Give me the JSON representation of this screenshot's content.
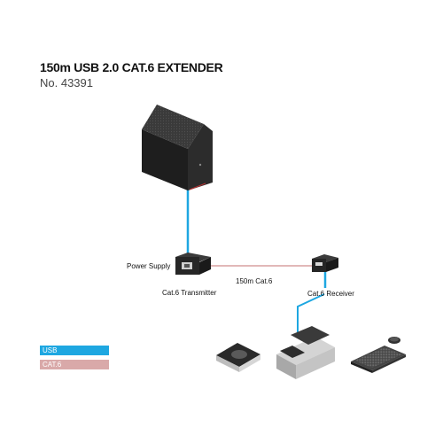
{
  "header": {
    "title": "150m USB 2.0 CAT.6 EXTENDER",
    "product_no": "No. 43391"
  },
  "labels": {
    "power_supply": "Power Supply",
    "transmitter": "Cat.6 Transmitter",
    "cable": "150m Cat.6",
    "receiver": "Cat.6 Receiver"
  },
  "legend": [
    {
      "label": "USB",
      "color": "#1ea7e1"
    },
    {
      "label": "CAT.6",
      "color": "#d9a9a9"
    }
  ],
  "colors": {
    "usb": "#1ea7e1",
    "cat6": "#c98a8a",
    "device": "#2b2b2b"
  }
}
